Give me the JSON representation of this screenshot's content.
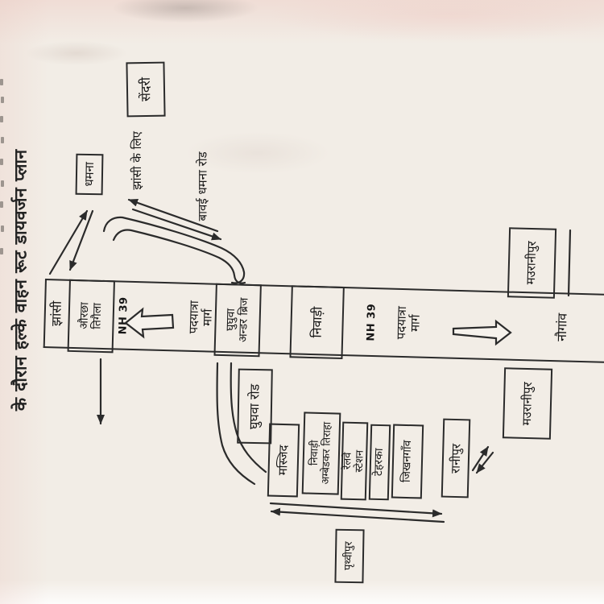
{
  "title": "के दौरान हल्के वाहन रूट डायवर्जन प्लान",
  "road": {
    "jhansi_end": "झांसी",
    "orchha_box": {
      "line1": "औरछा",
      "line2": "तिगैला"
    },
    "nh39_west": "NH 39",
    "padyatra_west": {
      "line1": "पदयात्रा",
      "line2": "मार्ग"
    },
    "ghughuwa_bridge_box": {
      "line1": "घुघुवा",
      "line2": "अन्डर ब्रिज"
    },
    "niwari_box": "निवाड़ी",
    "nh39_east": "NH 39",
    "padyatra_east": {
      "line1": "पदयात्रा",
      "line2": "मार्ग"
    },
    "naugaon_end": "नौगांव"
  },
  "north_side": {
    "sendri": "सेंदरी",
    "dhamna": "धमना",
    "for_jhansi": "झांसी के लिए",
    "bawai_dhamna_road": "बावई धमना रोड",
    "mauranipur": "मउरानीपुर"
  },
  "south_side": {
    "ghughwa_road": "घुघवा रोड",
    "masjid": "मस्जिद",
    "ambedkar": {
      "line1": "निवाड़ी",
      "line2": "अम्बेडकर तिराहा"
    },
    "railway": {
      "line1": "रेलवे",
      "line2": "स्टेशन"
    },
    "teharka": "टेहरका",
    "jikhangaon": "जिखनगाँव",
    "ranipur": "रानीपुर",
    "mauranipur": "मउरानीपुर",
    "prithvipur": "पृथ्वीपुर"
  },
  "colors": {
    "ink": "#2b2b2b",
    "paper": "#f2ede6"
  }
}
